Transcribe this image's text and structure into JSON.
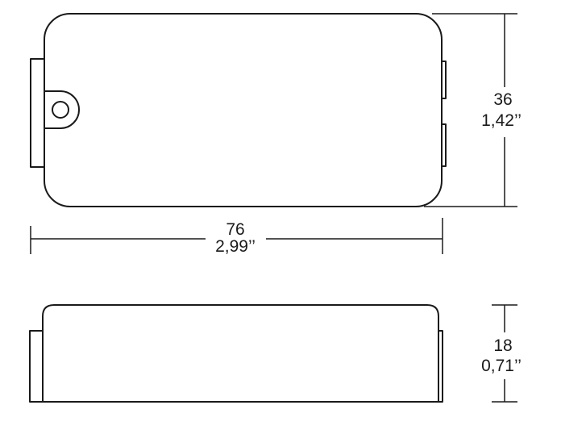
{
  "top_view": {
    "width_dimension": {
      "value": "76",
      "inches": "2,99’’"
    },
    "height_dimension": {
      "value": "36",
      "inches": "1,42’’"
    }
  },
  "side_view": {
    "height_dimension": {
      "value": "18",
      "inches": "0,71’’"
    }
  }
}
